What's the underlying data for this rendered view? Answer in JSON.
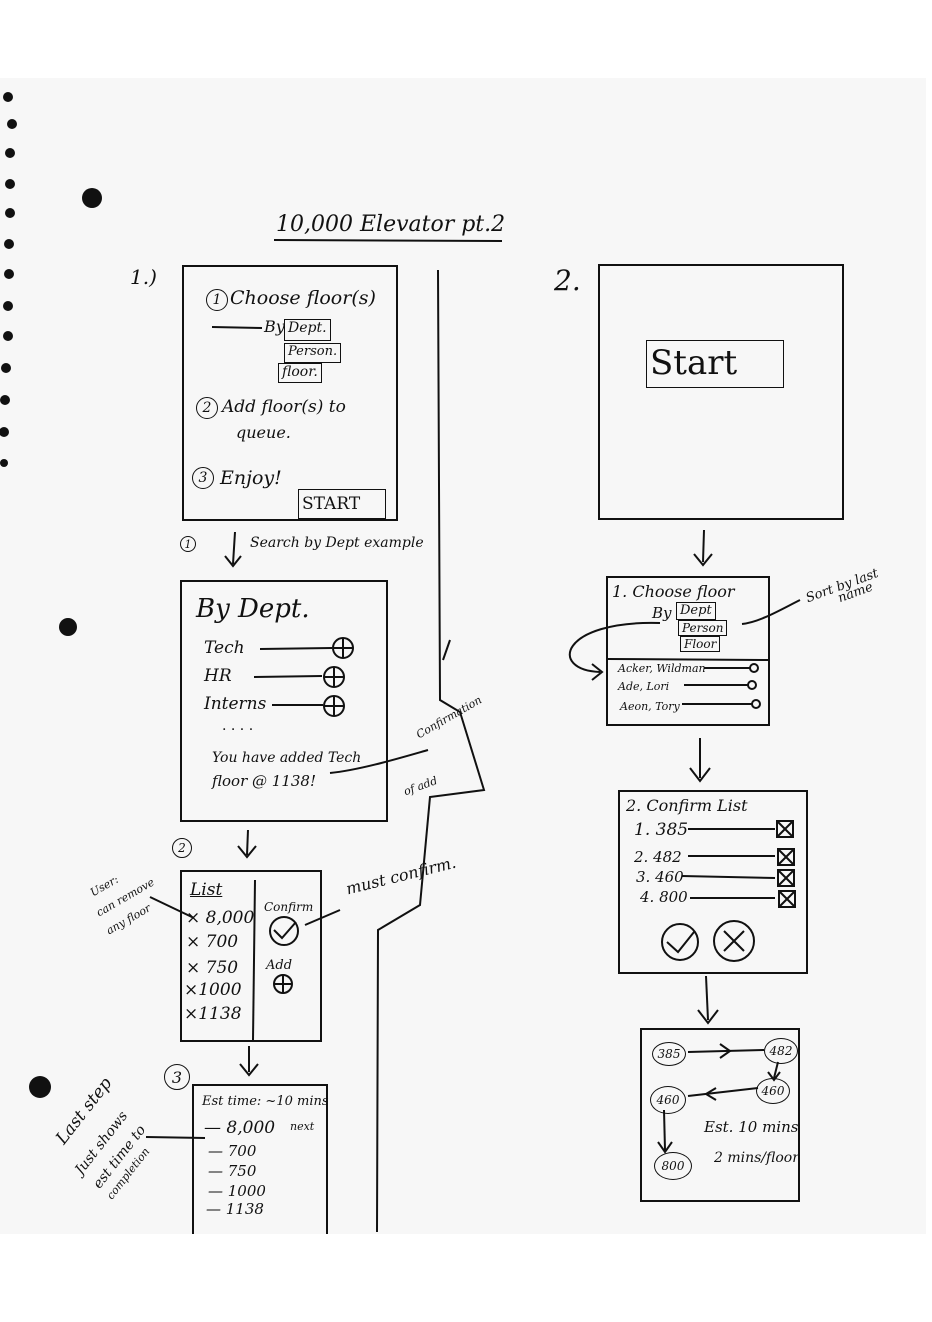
{
  "title": "10,000 Elevator pt.2",
  "flow1": {
    "label": "1.)",
    "screen1": {
      "step1": "Choose floor(s)",
      "step1_num": "1",
      "by": "By",
      "options": [
        "Dept.",
        "Person.",
        "floor."
      ],
      "step2_num": "2",
      "step2_line1": "Add floor(s) to",
      "step2_line2": "queue.",
      "step3_num": "3",
      "step3": "Enjoy!",
      "start_button": "START"
    },
    "arrow1_num": "1",
    "arrow1_text": "Search by Dept example",
    "screen2": {
      "heading": "By Dept.",
      "items": [
        "Tech",
        "HR",
        "Interns"
      ],
      "ellipsis": ". . . .",
      "message_line1": "You have added Tech",
      "message_line2": "floor @ 1138!"
    },
    "note_confirmation": [
      "Confirmation",
      "of add"
    ],
    "arrow2_num": "2",
    "screen3": {
      "list_title": "List",
      "list_items": [
        "× 8,000",
        "× 700",
        "× 750",
        "×1000",
        "×1138"
      ],
      "confirm_label": "Confirm",
      "add_label": "Add"
    },
    "note_user": [
      "User:",
      "can remove",
      "any floor"
    ],
    "note_must_confirm": "must confirm.",
    "arrow3_num": "3",
    "screen4": {
      "est_time": "Est time: ~10 mins",
      "rows": [
        "— 8,000",
        "— 700",
        "— 750",
        "— 1000",
        "— 1138"
      ],
      "next_tag": "next"
    },
    "note_last_step": [
      "Last step",
      "Just shows",
      "est time to",
      "completion"
    ]
  },
  "flow2": {
    "label": "2.",
    "screen1": {
      "start_text": "Start"
    },
    "screen2": {
      "title": "1. Choose floor",
      "by": "By",
      "options": [
        "Dept",
        "Person",
        "Floor"
      ],
      "people": [
        "Acker, Wildman",
        "Ade, Lori",
        "Aeon, Tory"
      ]
    },
    "note_sort": [
      "Sort by last",
      "name"
    ],
    "screen3": {
      "title": "2. Confirm List",
      "items": [
        "1. 385",
        "2. 482",
        "3. 460",
        "4. 800"
      ]
    },
    "screen4": {
      "nodes": [
        "385",
        "482",
        "460",
        "460",
        "800"
      ],
      "est": "Est. 10 mins",
      "rate": "2 mins/floor"
    }
  }
}
